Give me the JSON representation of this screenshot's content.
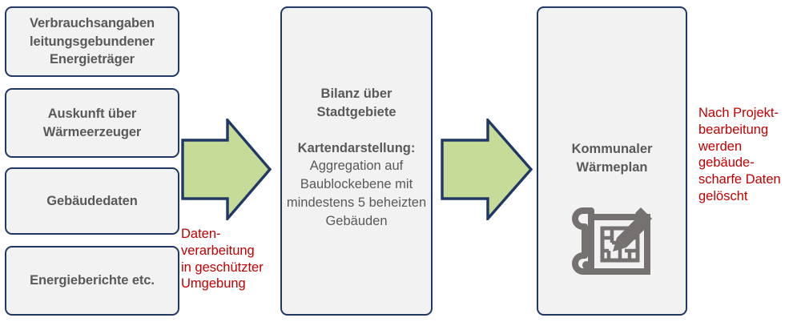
{
  "diagram": {
    "title": "Kommunale Waermeplanung Prozess",
    "colors": {
      "box_border": "#1F3864",
      "box_fill": "#F2F2F2",
      "box_text": "#595959",
      "arrow_fill": "#C5DB97",
      "arrow_border": "#1F3864",
      "note_text": "#C00000",
      "icon": "#767171",
      "background": "#FFFFFF"
    }
  },
  "inputs": {
    "boxes": [
      {
        "label": "Verbrauchsangaben leitungsgebundener Energieträger"
      },
      {
        "label": "Auskunft über Wärmeerzeuger"
      },
      {
        "label": "Gebäudedaten"
      },
      {
        "label": "Energieberichte etc."
      }
    ]
  },
  "processing": {
    "heading": "Bilanz über Stadtgebiete",
    "sub_heading": "Kartendarstellung:",
    "body": "Aggregation auf Baublockebene mit mindestens 5 beheizten Gebäuden"
  },
  "output": {
    "heading": "Kommunaler Wärmeplan",
    "icon": "blueprint-pencil-icon"
  },
  "arrows": [
    {
      "name": "arrow-inputs-to-processing",
      "direction": "right"
    },
    {
      "name": "arrow-processing-to-output",
      "direction": "right"
    }
  ],
  "notes": {
    "left": "Datenverarbeitung in geschützter Umgebung",
    "left_lines": [
      "Daten-",
      "verarbeitung",
      "in geschützter",
      "Umgebung"
    ],
    "right": "Nach Projektbearbeitung werden gebäudescharfe Daten gelöscht",
    "right_lines": [
      "Nach Projekt-",
      "bearbeitung",
      "werden",
      "gebäude-",
      "scharfe Daten",
      "gelöscht"
    ]
  }
}
